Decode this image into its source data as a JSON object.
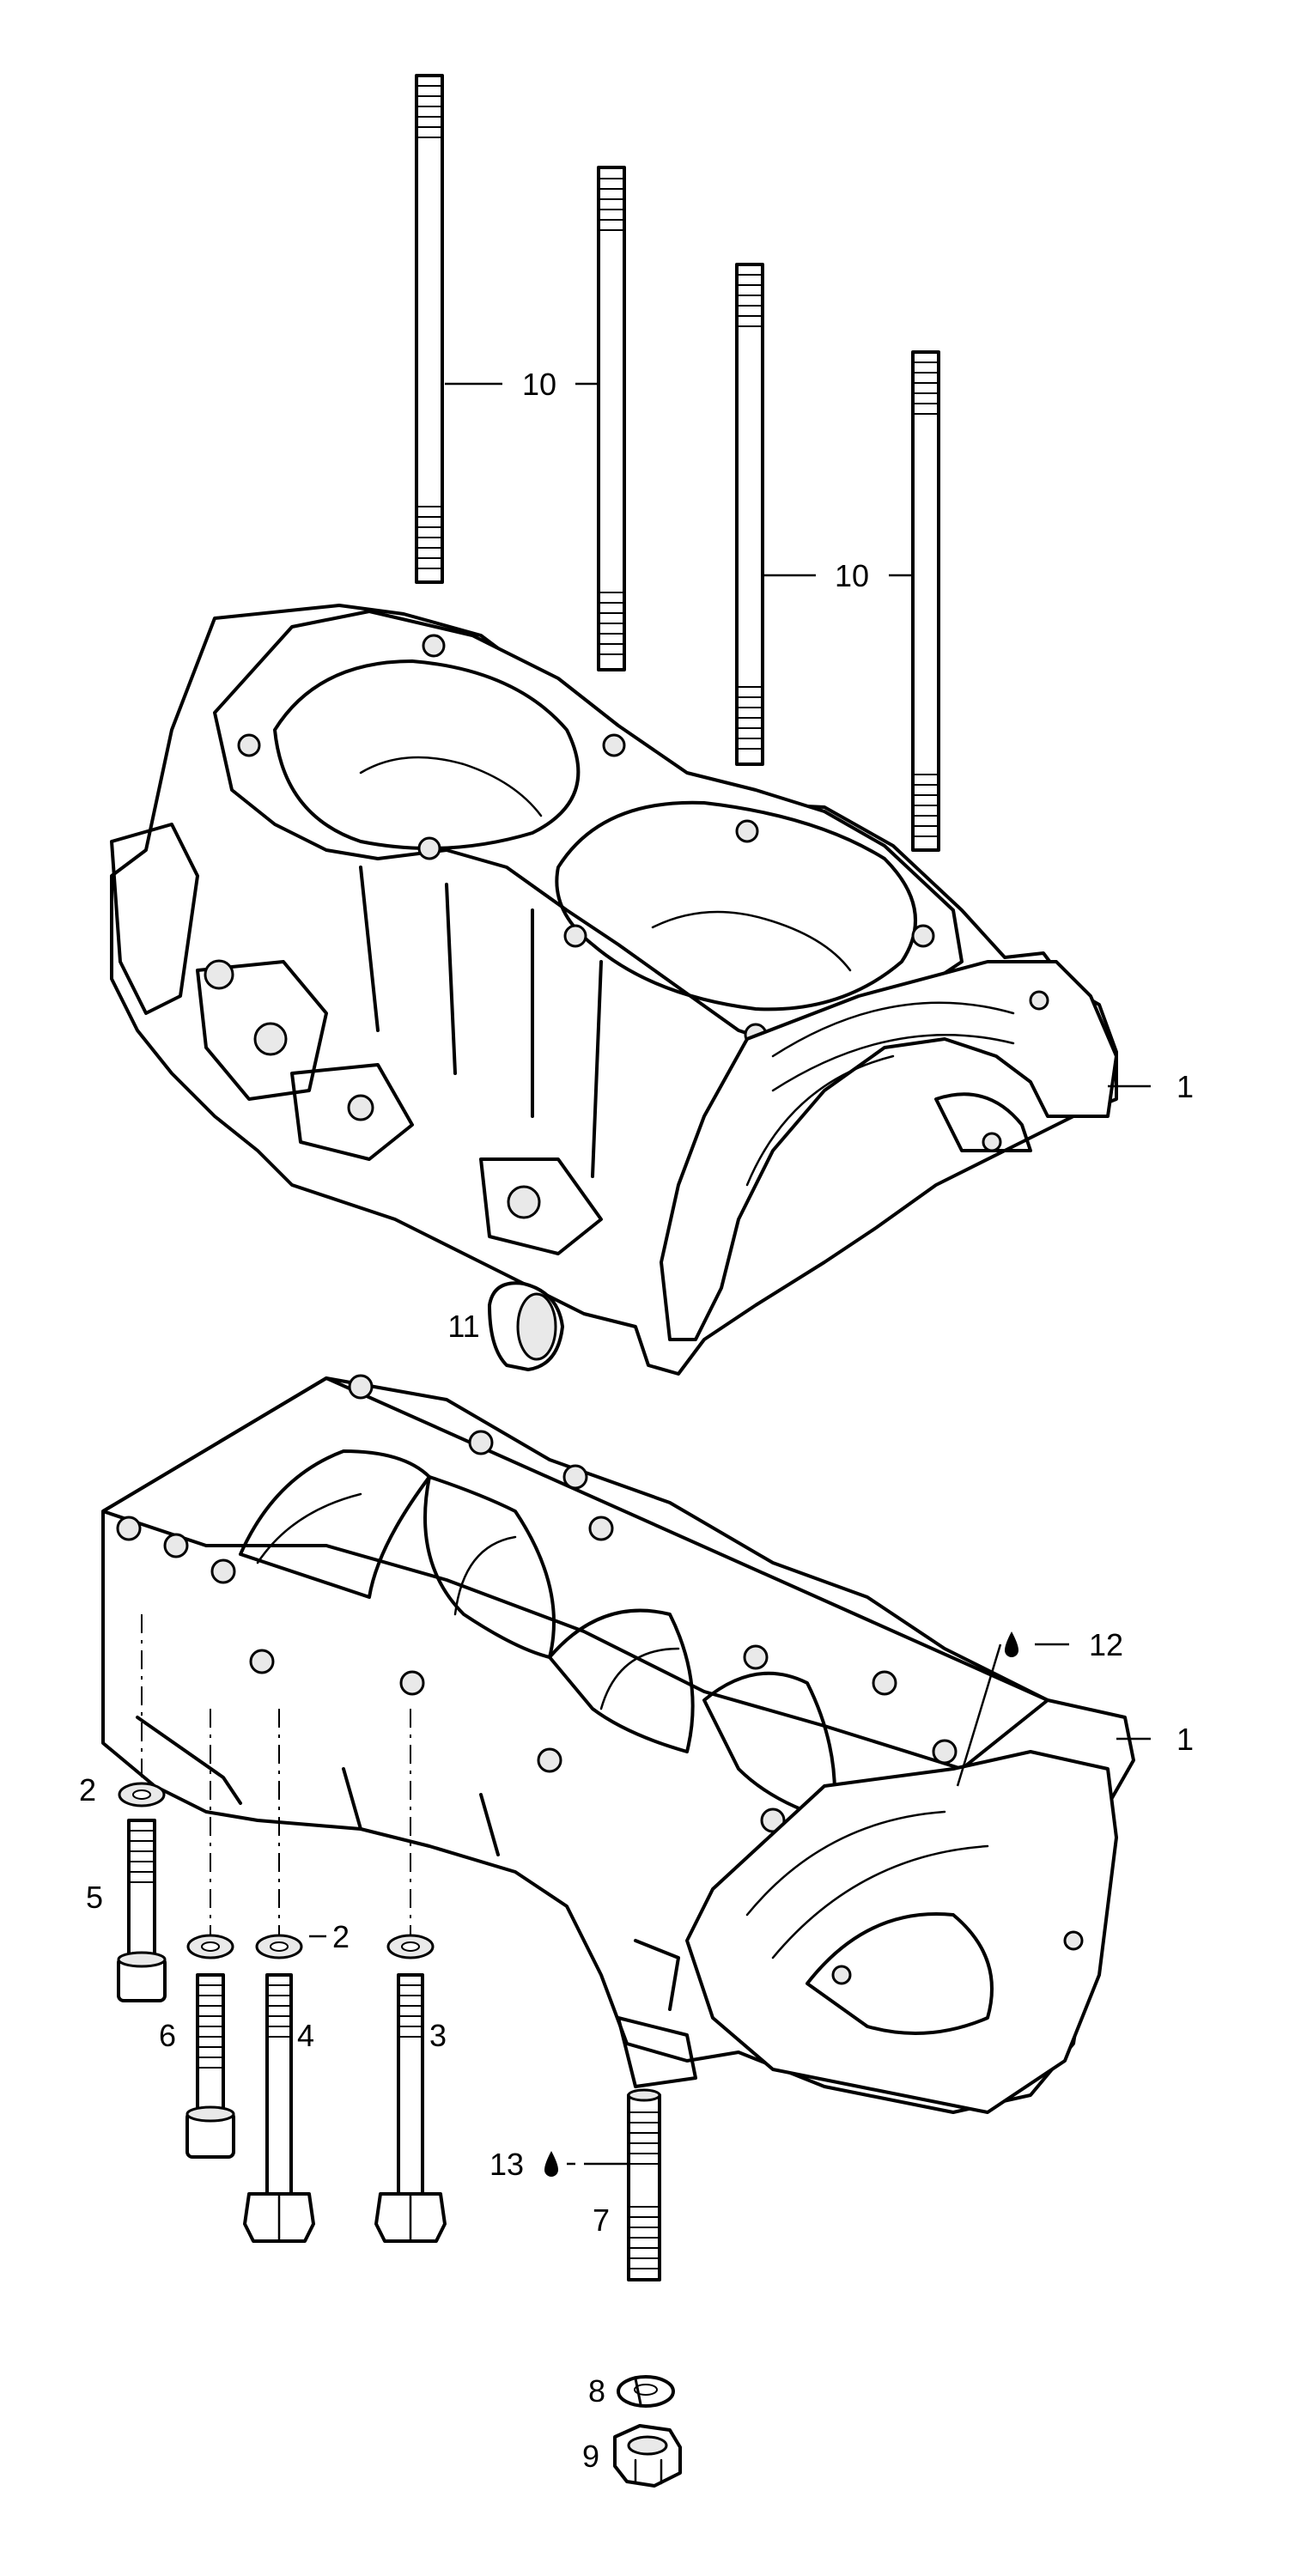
{
  "callouts": {
    "c1_top": "1",
    "c1_bottom": "1",
    "c2_left": "2",
    "c2_row": "2",
    "c3": "3",
    "c4": "4",
    "c5": "5",
    "c6": "6",
    "c7": "7",
    "c8": "8",
    "c9": "9",
    "c10_left": "10",
    "c10_right": "10",
    "c11": "11",
    "c12": "12",
    "c13": "13"
  },
  "icons": {
    "c12_symbol": "oil-drop-icon",
    "c13_symbol": "oil-drop-icon"
  }
}
